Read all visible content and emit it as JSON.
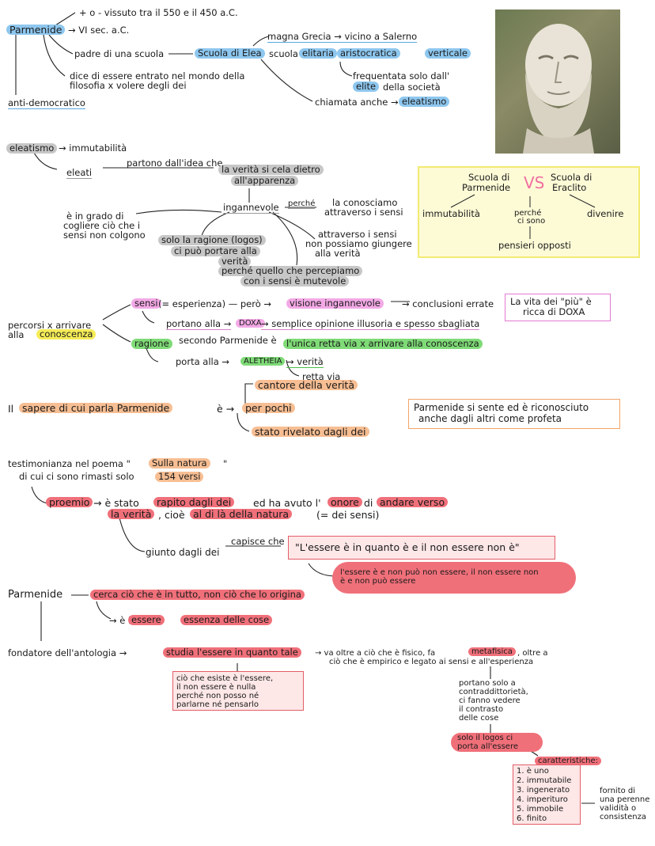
{
  "notes": {
    "l1": "+ o - vissuto tra il 550 e il 450 a.C.",
    "parmenide": "Parmenide",
    "vi_sec": "→ VI sec. a.C.",
    "padre": "padre di una scuola",
    "scuola_elea": "Scuola di Elea",
    "scuola": "scuola",
    "elitaria": "elitaria",
    "aristocratica": "aristocratica",
    "verticale": "verticale",
    "magna_grecia": "magna Grecia → vicino a Salerno",
    "frequentata": "frequentata solo dall'",
    "elite": "elite",
    "della_societa": "della società",
    "dice": "dice di essere entrato nel mondo della",
    "filosofia": "filosofia x volere degli dei",
    "chiamata": "chiamata anche →",
    "eleatismo": "eleatismo",
    "anti": "anti-democratico",
    "eleatismo2": "eleatismo",
    "immutabilita": "→ immutabilità",
    "eleati": "eleati",
    "partono": "partono dall'idea che",
    "verita_cela1": "la verità si cela dietro",
    "verita_cela2": "all'apparenza",
    "ingannevole": "ingannevole",
    "perche": "perché",
    "conosciamo1": "la conosciamo",
    "conosciamo2": "attraverso i sensi",
    "grado1": "è in grado di",
    "grado2": "cogliere ciò che i",
    "grado3": "sensi non colgono",
    "ragione1": "solo la ragione (logos)",
    "ragione2": "ci può portare alla",
    "ragione3": "verità",
    "attraverso1": "attraverso i sensi",
    "attraverso2": "non possiamo giungere",
    "attraverso3": "alla verità",
    "percepiamo1": "perché quello che percepiamo",
    "percepiamo2": "con i sensi è mutevole",
    "vs_left1": "Scuola di",
    "vs_left2": "Parmenide",
    "vs": "VS",
    "vs_right1": "Scuola di",
    "vs_right2": "Eraclito",
    "vs_immut": "immutabilità",
    "vs_perche1": "perché",
    "vs_perche2": "ci sono",
    "vs_divenire": "divenire",
    "vs_opposti": "pensieri opposti",
    "percorsi1": "percorsi x arrivare",
    "percorsi2": "alla",
    "conoscenza": "conoscenza",
    "sensi": "sensi",
    "esperienza": "(= esperienza) — però →",
    "visione": "visione ingannevole",
    "conclusioni": "→ conclusioni errate",
    "vita1": "La vita dei \"più\" è",
    "vita2": "ricca di DOXA",
    "portano": "portano alla →",
    "doxa": "DOXA",
    "opinione": "→ semplice opinione illusoria e spesso sbagliata",
    "ragione": "ragione",
    "secondo": "secondo Parmenide è",
    "unica": "l'unica retta via x arrivare alla conoscenza",
    "porta": "porta alla →",
    "aletheia": "ALETHEIA",
    "verita_arrow": "→ verità",
    "retta": "retta via",
    "cantore": "cantore della verità",
    "il_sapere": "Il",
    "sapere": "sapere di cui parla Parmenide",
    "e_arrow": "è →",
    "per_pochi": "per pochi",
    "rivelato": "stato rivelato dagli dei",
    "profeta1": "Parmenide si sente ed è riconosciuto",
    "profeta2": "anche dagli altri come profeta",
    "testimonianza": "testimonianza nel poema \"",
    "sulla_natura": "Sulla natura",
    "quote_close": "\"",
    "rimasti": "di cui ci sono rimasti solo",
    "versi": "154 versi",
    "proemio": "proemio",
    "stato": "→ è stato",
    "rapito": "rapito dagli dei",
    "avuto": "ed ha avuto l'",
    "onore": "onore",
    "di": "di",
    "andare": "andare verso",
    "la_verita": "la verità",
    "cioe": ", cioè",
    "aldila": "al di là della natura",
    "dei_sensi": "(= dei sensi)",
    "giunto": "giunto dagli dei",
    "capisce": "capisce che",
    "essere_quote": "\"L'essere è in quanto è e il non essere non è\"",
    "essere_nonpuo1": "l'essere è e non può non essere, il non essere non",
    "essere_nonpuo2": "è e non può essere",
    "parmenide2": "Parmenide",
    "cerca": "cerca ciò che è in tutto, non ciò che lo origina",
    "e_l": "→ è l'",
    "essere": "essere",
    "essenza": "essenza delle cose",
    "fondatore": "fondatore dell'antologia →",
    "studia": "studia l'essere in quanto tale",
    "va_oltre": "→ va oltre a ciò che è fisico, fa",
    "metafisica": "metafisica",
    "oltre_a": ", oltre a",
    "empirico": "ciò che è empirico e legato ai sensi e all'esperienza",
    "esiste1": "ciò che esiste è l'essere,",
    "esiste2": "il non essere è nulla",
    "esiste3": "perché non posso né",
    "esiste4": "parlarne né pensarlo",
    "portano_solo1": "portano solo a",
    "portano_solo2": "contraddittorietà,",
    "portano_solo3": "ci fanno vedere",
    "portano_solo4": "il contrasto",
    "portano_solo5": "delle cose",
    "logos1": "solo il logos ci",
    "logos2": "porta all'essere",
    "caratteristiche": "caratteristiche:",
    "list": [
      "1. è uno",
      "2. immutabile",
      "3. ingenerato",
      "4. imperituro",
      "5. immobile",
      "6. finito"
    ],
    "fornito1": "fornito di",
    "fornito2": "una perenne",
    "fornito3": "validità o",
    "fornito4": "consistenza"
  },
  "colors": {
    "blue": "#8ec7ef",
    "grey": "#c7c7c7",
    "pink": "#f3a9e6",
    "green": "#7fdb77",
    "yellow": "#f5ec58",
    "orange": "#f7be93",
    "red": "#f0707a"
  }
}
